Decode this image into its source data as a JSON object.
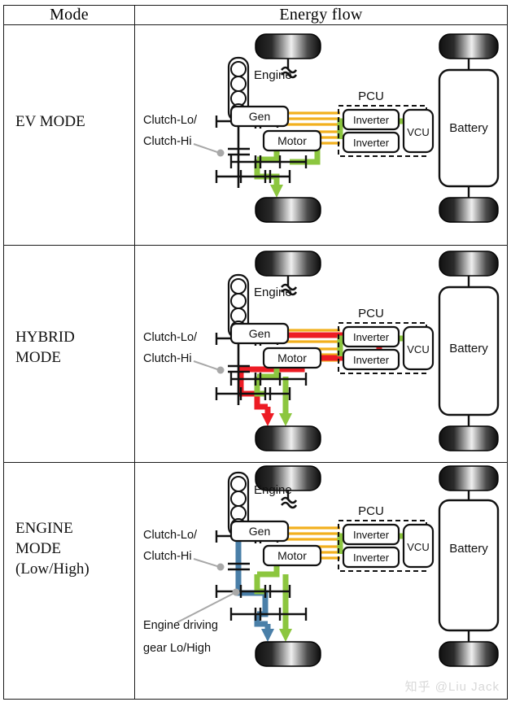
{
  "table": {
    "headers": [
      "Mode",
      "Energy flow"
    ],
    "rows": [
      {
        "mode": "EV MODE",
        "diagram": {
          "engine_label": "Engine",
          "gen_label": "Gen",
          "motor_label": "Motor",
          "pcu_label": "PCU",
          "inverter1_label": "Inverter",
          "inverter2_label": "Inverter",
          "vcu_label": "VCU",
          "battery_label": "Battery",
          "clutch_label": "Clutch-Lo/\nClutch-Hi",
          "active_flows": [
            "electric-orange",
            "motor-green"
          ]
        }
      },
      {
        "mode": "HYBRID\nMODE",
        "diagram": {
          "engine_label": "Engine",
          "gen_label": "Gen",
          "motor_label": "Motor",
          "pcu_label": "PCU",
          "inverter1_label": "Inverter",
          "inverter2_label": "Inverter",
          "vcu_label": "VCU",
          "battery_label": "Battery",
          "clutch_label": "Clutch-Lo/\nClutch-Hi",
          "active_flows": [
            "electric-orange",
            "engine-red",
            "motor-green"
          ]
        }
      },
      {
        "mode": "ENGINE\nMODE\n(Low/High)",
        "diagram": {
          "engine_label": "Engine",
          "gen_label": "Gen",
          "motor_label": "Motor",
          "pcu_label": "PCU",
          "inverter1_label": "Inverter",
          "inverter2_label": "Inverter",
          "vcu_label": "VCU",
          "battery_label": "Battery",
          "clutch_label": "Clutch-Lo/\nClutch-Hi",
          "gear_label": "Engine driving\ngear Lo/High",
          "active_flows": [
            "electric-orange",
            "motor-green",
            "engine-blue"
          ]
        }
      }
    ]
  },
  "watermark": "知乎 @Liu Jack",
  "colors": {
    "electric_orange": "#f2b01e",
    "motor_green": "#8cc63f",
    "engine_red": "#ed1c24",
    "engine_blue": "#4a7fa8",
    "outline": "#111111",
    "leader": "#a8a8a8",
    "watermark": "#d8d8d8"
  }
}
